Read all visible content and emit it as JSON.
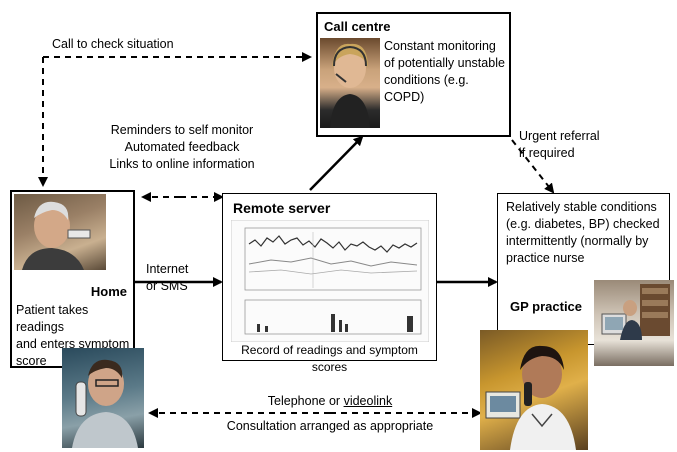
{
  "call_centre": {
    "title": "Call centre",
    "desc_lines": [
      "Constant monitoring",
      "of potentially unstable",
      "conditions (e.g.",
      "COPD)"
    ]
  },
  "home": {
    "title": "Home",
    "desc_lines": [
      "Patient takes readings",
      "and enters symptom",
      "score"
    ]
  },
  "remote_server": {
    "title": "Remote server",
    "caption": "Record of readings and symptom scores"
  },
  "gp_practice": {
    "title": "GP practice",
    "desc_lines": [
      "Relatively stable conditions",
      "(e.g. diabetes, BP) checked",
      "intermittently (normally by",
      "practice nurse"
    ]
  },
  "arrows": {
    "call_to_check": "Call to check situation",
    "reminders": [
      "Reminders to self monitor",
      "Automated feedback",
      "Links to online information"
    ],
    "internet": [
      "Internet",
      "or SMS"
    ],
    "urgent_referral": [
      "Urgent referral",
      "if required"
    ],
    "telephone_prefix": "Telephone or ",
    "telephone_link": "videolink",
    "consultation": "Consultation arranged as appropriate"
  },
  "icons": [
    "patient-photo",
    "call-centre-operator-photo",
    "patient-on-phone-photo",
    "practice-nurse-photo",
    "gp-office-photo",
    "server-readings-chart"
  ]
}
